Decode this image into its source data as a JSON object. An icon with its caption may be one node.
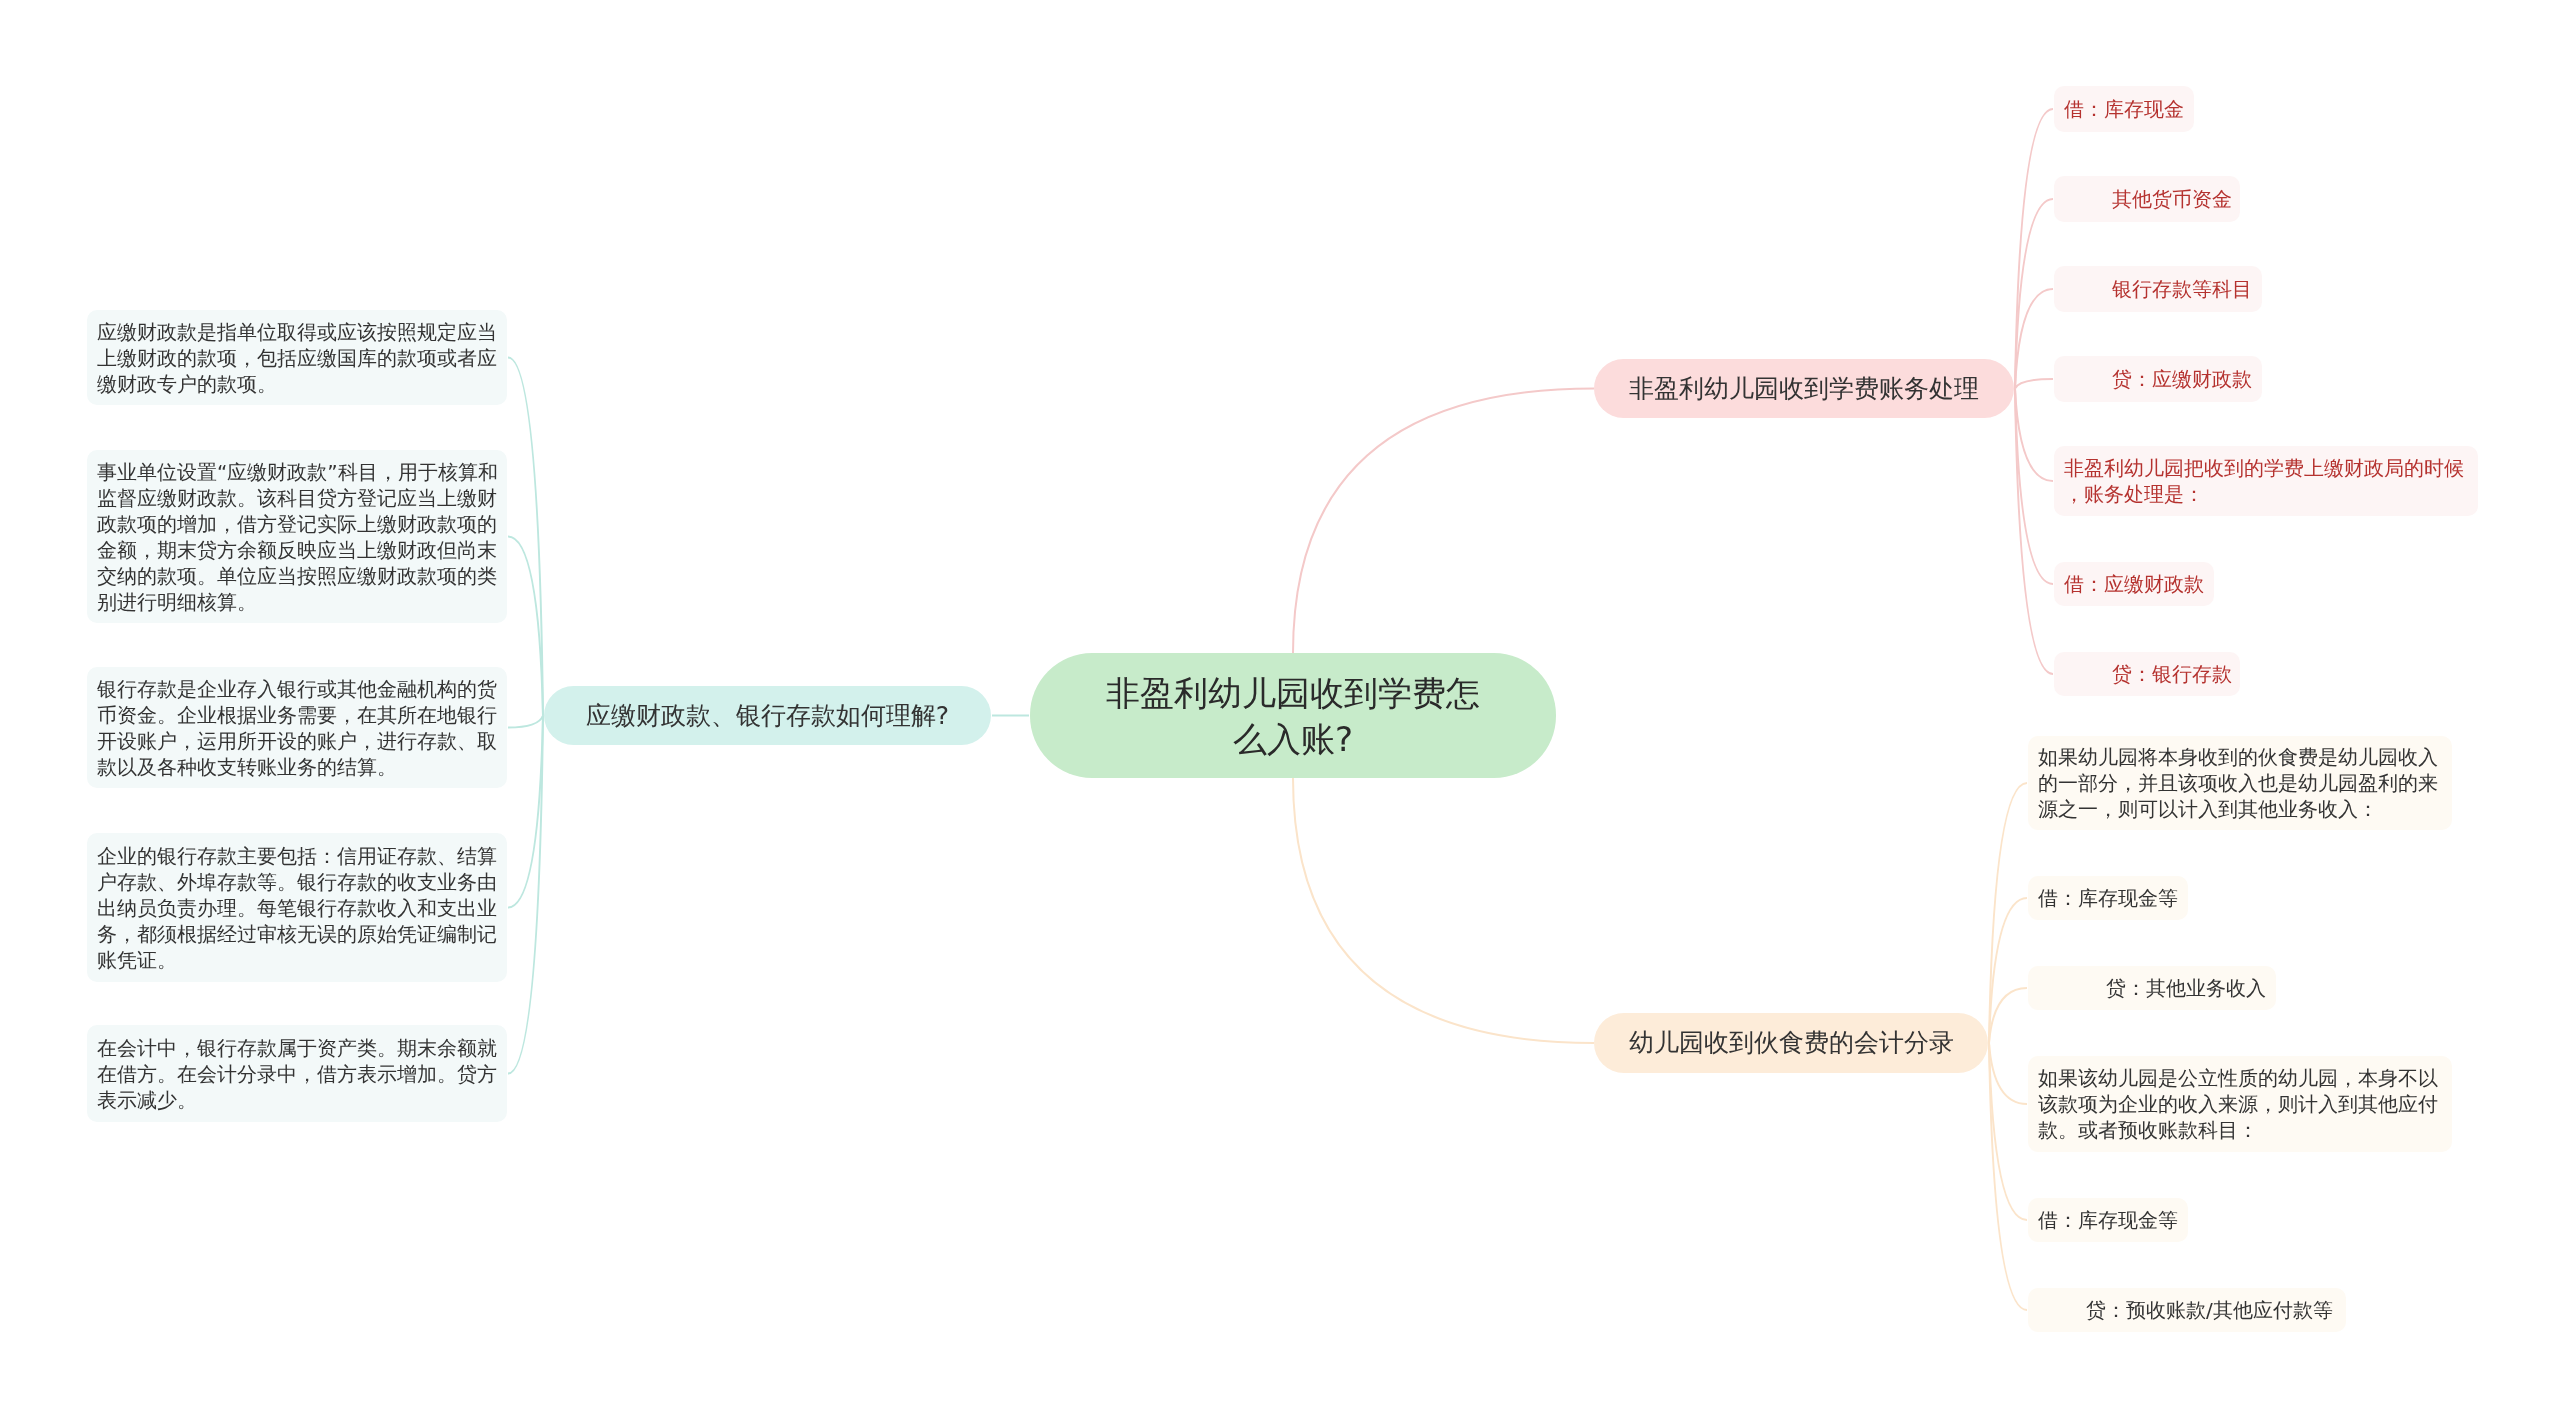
{
  "diagram": {
    "nodes": [
      {
        "text": [
          "非盈利幼儿园收到学费怎么入账?"
        ]
      },
      {
        "text": [
          "非盈利幼儿园收到学费账务处理"
        ]
      },
      {
        "text": [
          "借：库存现金"
        ]
      },
      {
        "text": [
          "其他货币资金"
        ]
      },
      {
        "text": [
          "银行存款等科目"
        ]
      },
      {
        "text": [
          "贷：应缴财政款"
        ]
      },
      {
        "text": [
          "非盈利幼儿园把收到的学费上缴财政局的时候，账务处理是："
        ]
      },
      {
        "text": [
          "借：应缴财政款"
        ]
      },
      {
        "text": [
          "贷：银行存款"
        ]
      },
      {
        "text": [
          "幼儿园收到伙食费的会计分录"
        ]
      },
      {
        "text": [
          "如果幼儿园将本身收到的伙食费是幼儿园收入的一部分，并且该项收入也是幼儿园盈利的来源之一，则可以计入到其他业务收入："
        ]
      },
      {
        "text": [
          "借：库存现金等"
        ]
      },
      {
        "text": [
          "贷：其他业务收入"
        ]
      },
      {
        "text": [
          "如果该幼儿园是公立性质的幼儿园，本身不以该款项为企业的收入来源，则计入到其他应付款。或者预收账款科目："
        ]
      },
      {
        "text": [
          "借：库存现金等"
        ]
      },
      {
        "text": [
          "贷：预收账款/其他应付款等"
        ]
      },
      {
        "text": [
          "应缴财政款、银行存款如何理解?"
        ]
      },
      {
        "text": [
          "应缴财政款是指单位取得或应该按照规定应当上缴财政的款项，包括应缴国库的款项或者应缴财政专户的款项。"
        ]
      },
      {
        "text": [
          "事业单位设置“应缴财政款”科目，用于核算和监督应缴财政款。该科目贷方登记应当上缴财政款项的增加，借方登记实际上缴财政款项的金额，期末贷方余额反映应当上缴财政但尚末交纳的款项。单位应当按照应缴财政款项的类别进行明细核算。"
        ]
      },
      {
        "text": [
          "银行存款是企业存入银行或其他金融机构的货币资金。企业根据业务需要，在其所在地银行开设账户，运用所开设的账户，进行存款、取款以及各种收支转账业务的结算。"
        ]
      },
      {
        "text": [
          "企业的银行存款主要包括：信用证存款、结算户存款、外埠存款等。银行存款的收支业务由出纳员负责办理。每笔银行存款收入和支出业务，都须根据经过审核无误的原始凭证编制记账凭证。"
        ]
      },
      {
        "text": [
          "在会计中，银行存款属于资产类。期末余额就在借方。在会计分录中，借方表示增加。贷方表示减少。"
        ]
      }
    ],
    "edges": [
      {
        "from": 0,
        "to": 1,
        "arrow": "none"
      },
      {
        "from": 1,
        "to": 2,
        "arrow": "none"
      },
      {
        "from": 1,
        "to": 3,
        "arrow": "none"
      },
      {
        "from": 1,
        "to": 4,
        "arrow": "none"
      },
      {
        "from": 1,
        "to": 5,
        "arrow": "none"
      },
      {
        "from": 1,
        "to": 6,
        "arrow": "none"
      },
      {
        "from": 1,
        "to": 7,
        "arrow": "none"
      },
      {
        "from": 1,
        "to": 8,
        "arrow": "none"
      },
      {
        "from": 0,
        "to": 9,
        "arrow": "none",
        "color": "#fbe4ca"
      },
      {
        "from": 9,
        "to": 10,
        "arrow": "none",
        "color": "#fbe4ca"
      },
      {
        "from": 9,
        "to": 11,
        "arrow": "none",
        "color": "#fbe4ca"
      },
      {
        "from": 9,
        "to": 12,
        "arrow": "none",
        "color": "#fbe4ca"
      },
      {
        "from": 9,
        "to": 13,
        "arrow": "none",
        "color": "#fbe4ca"
      },
      {
        "from": 9,
        "to": 14,
        "arrow": "none",
        "color": "#fbe4ca"
      },
      {
        "from": 9,
        "to": 15,
        "arrow": "none",
        "color": "#fbe4ca"
      },
      {
        "from": 0,
        "to": 16,
        "arrow": "none",
        "color": "#bde7df"
      },
      {
        "from": 16,
        "to": 17,
        "arrow": "none",
        "color": "#bde7df"
      },
      {
        "from": 16,
        "to": 18,
        "arrow": "none",
        "color": "#bde7df"
      },
      {
        "from": 16,
        "to": 19,
        "arrow": "none",
        "color": "#bde7df"
      },
      {
        "from": 16,
        "to": 20,
        "arrow": "none",
        "color": "#bde7df"
      },
      {
        "from": 16,
        "to": 21,
        "arrow": "none",
        "color": "#bde7df"
      }
    ]
  }
}
